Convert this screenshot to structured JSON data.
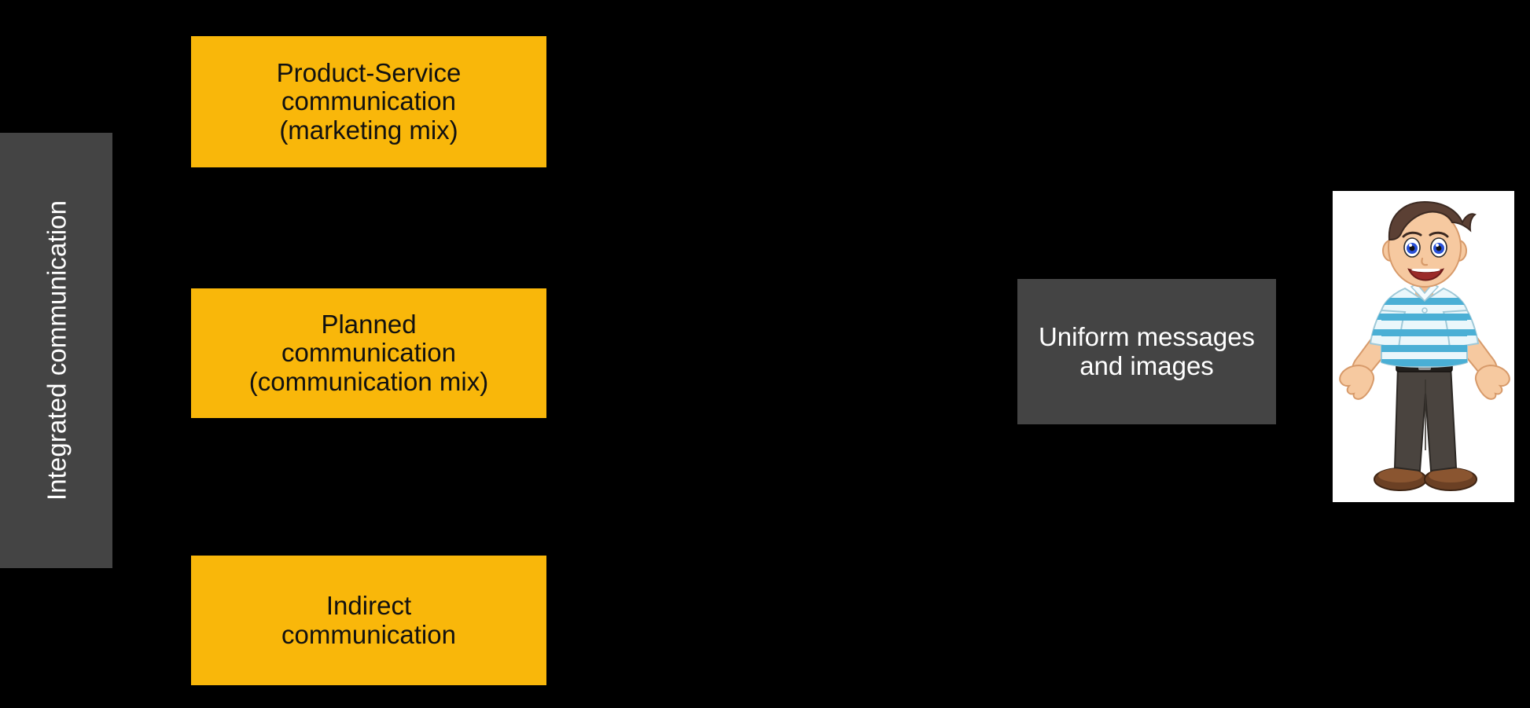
{
  "diagram": {
    "background_color": "#000000",
    "accent_color": "#F9B70A",
    "gray_color": "#444444",
    "text_on_accent": "#111111",
    "text_on_gray": "#FFFFFF"
  },
  "vertical_band": {
    "label": "Integrated communication",
    "orientation": "rotated-90-ccw"
  },
  "inputs": [
    {
      "id": "product-service",
      "lines": [
        "Product-Service",
        "communication",
        "(marketing mix)"
      ],
      "color": "#F9B70A"
    },
    {
      "id": "planned",
      "lines": [
        "Planned",
        "communication",
        "(communication mix)"
      ],
      "color": "#F9B70A"
    },
    {
      "id": "indirect",
      "lines": [
        "Indirect",
        "communication"
      ],
      "color": "#F9B70A"
    }
  ],
  "output": {
    "id": "uniform-messages",
    "lines": [
      "Uniform",
      "messages and",
      "images"
    ],
    "color": "#444444"
  },
  "illustration": {
    "name": "cartoon-boy-standing",
    "description": "Cartoon boy standing with arms out, brown hair, blue eyes, blue and white striped polo shirt, dark gray trousers with black belt, brown shoes",
    "background": "#FFFFFF",
    "colors": {
      "skin": "#F6C9A0",
      "hair": "#5B4034",
      "shirt_light": "#EAF7FB",
      "shirt_stripe": "#4AAFD5",
      "trousers": "#4A443F",
      "belt": "#2B2723",
      "shoes": "#6B4024",
      "eye": "#2850D8"
    }
  }
}
